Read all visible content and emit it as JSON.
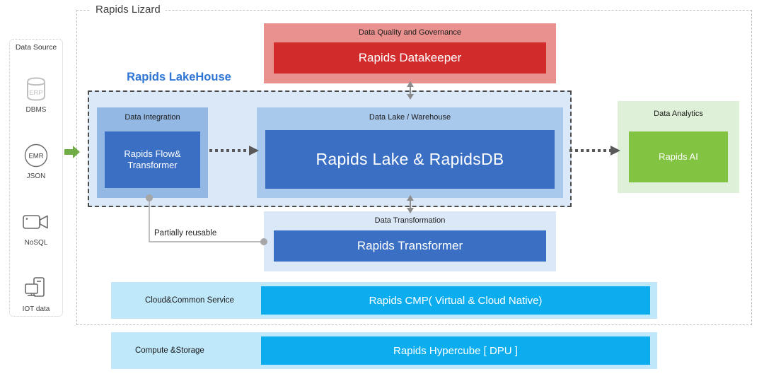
{
  "diagram": {
    "title": "Rapids Lizard",
    "lakehouse_title": "Rapids LakeHouse"
  },
  "colors": {
    "lakehouse_title": "#2e75d4",
    "red_panel": "#e9918f",
    "red_inner": "#d22b2b",
    "blue_panel_light": "#dbe8f7",
    "blue_panel_mid": "#a8c8ec",
    "blue_panel_integration": "#93b8e3",
    "blue_inner": "#3a6fc4",
    "green_panel": "#dff0d8",
    "green_inner": "#82c341",
    "cyan_bar": "#bfe8fb",
    "cyan_inner": "#0cadef",
    "source_arrow": "#70ad47",
    "dashed_border": "#4a4a4a",
    "dotted_border": "#c9c9c9"
  },
  "data_source": {
    "title": "Data Source",
    "items": [
      {
        "icon": "erp-database-icon",
        "label": "DBMS",
        "glyph": "ERP"
      },
      {
        "icon": "emr-circle-icon",
        "label": "JSON",
        "glyph": "EMR"
      },
      {
        "icon": "video-camera-icon",
        "label": "NoSQL",
        "glyph": ""
      },
      {
        "icon": "iot-devices-icon",
        "label": "IOT data",
        "glyph": ""
      }
    ]
  },
  "data_quality": {
    "title": "Data Quality and Governance",
    "product": "Rapids Datakeeper"
  },
  "data_integration": {
    "title": "Data Integration",
    "product_line1": "Rapids Flow&",
    "product_line2": "Transformer"
  },
  "data_lake": {
    "title": "Data Lake / Warehouse",
    "product": "Rapids Lake    &    RapidsDB"
  },
  "data_analytics": {
    "title": "Data Analytics",
    "product": "Rapids  AI"
  },
  "data_transformation": {
    "title": "Data Transformation",
    "product": "Rapids Transformer"
  },
  "connectors": {
    "partially_reusable": "Partially reusable"
  },
  "stack": [
    {
      "label": "Cloud&Common Service",
      "product": "Rapids CMP( Virtual & Cloud Native)"
    },
    {
      "label": "Compute &Storage",
      "product": "Rapids Hypercube    [ DPU ]"
    }
  ]
}
